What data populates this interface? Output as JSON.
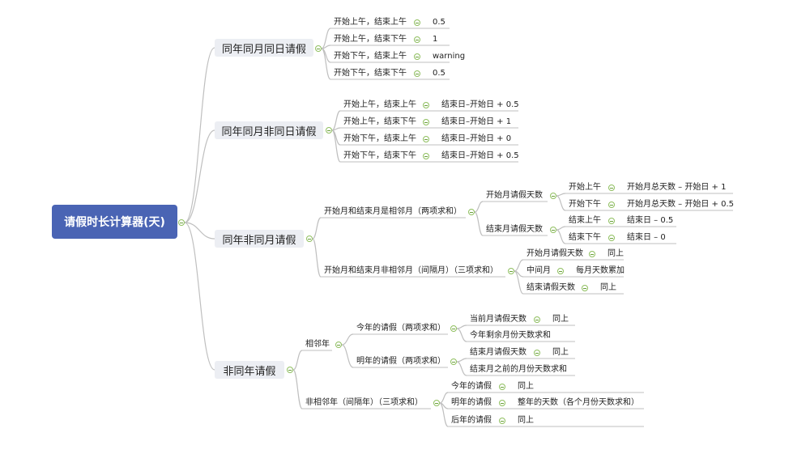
{
  "root": "请假时长计算器(天)",
  "b1": {
    "title": "同年同月同日请假",
    "r": [
      {
        "cond": "开始上午，结束上午",
        "val": "0.5"
      },
      {
        "cond": "开始上午，结束下午",
        "val": "1"
      },
      {
        "cond": "开始下午，结束上午",
        "val": "warning"
      },
      {
        "cond": "开始下午，结束下午",
        "val": "0.5"
      }
    ]
  },
  "b2": {
    "title": "同年同月非同日请假",
    "r": [
      {
        "cond": "开始上午，结束上午",
        "val": "结束日–开始日 + 0.5"
      },
      {
        "cond": "开始上午，结束下午",
        "val": "结束日–开始日 + 1"
      },
      {
        "cond": "开始下午，结束上午",
        "val": "结束日–开始日 + 0"
      },
      {
        "cond": "开始下午，结束下午",
        "val": "结束日–开始日 + 0.5"
      }
    ]
  },
  "b3": {
    "title": "同年非同月请假",
    "adj": "开始月和结束月是相邻月（两项求和）",
    "adj_start": "开始月请假天数",
    "adj_start_r": [
      {
        "cond": "开始上午",
        "val": "开始月总天数 – 开始日 + 1"
      },
      {
        "cond": "开始下午",
        "val": "开始月总天数 – 开始日 + 0.5"
      }
    ],
    "adj_end": "结束月请假天数",
    "adj_end_r": [
      {
        "cond": "结束上午",
        "val": "结束日 – 0.5"
      },
      {
        "cond": "结束下午",
        "val": "结束日 – 0"
      }
    ],
    "nonadj": "开始月和结束月非相邻月（间隔月）（三项求和）",
    "nonadj_r": [
      {
        "cond": "开始月请假天数",
        "val": "同上"
      },
      {
        "cond": "中间月",
        "val": "每月天数累加"
      },
      {
        "cond": "结束请假天数",
        "val": "同上"
      }
    ]
  },
  "b4": {
    "title": "非同年请假",
    "adj": "相邻年",
    "this_year": "今年的请假（两项求和）",
    "this_year_r": [
      {
        "cond": "当前月请假天数",
        "val": "同上"
      },
      {
        "cond": "今年剩余月份天数求和"
      }
    ],
    "next_year": "明年的请假（两项求和）",
    "next_year_r": [
      {
        "cond": "结束月请假天数",
        "val": "同上"
      },
      {
        "cond": "结束月之前的月份天数求和"
      }
    ],
    "nonadj": "非相邻年（间隔年）（三项求和）",
    "nonadj_r": [
      {
        "cond": "今年的请假",
        "val": "同上"
      },
      {
        "cond": "明年的请假",
        "val": "整年的天数（各个月份天数求和）"
      },
      {
        "cond": "后年的请假",
        "val": "同上"
      }
    ]
  }
}
